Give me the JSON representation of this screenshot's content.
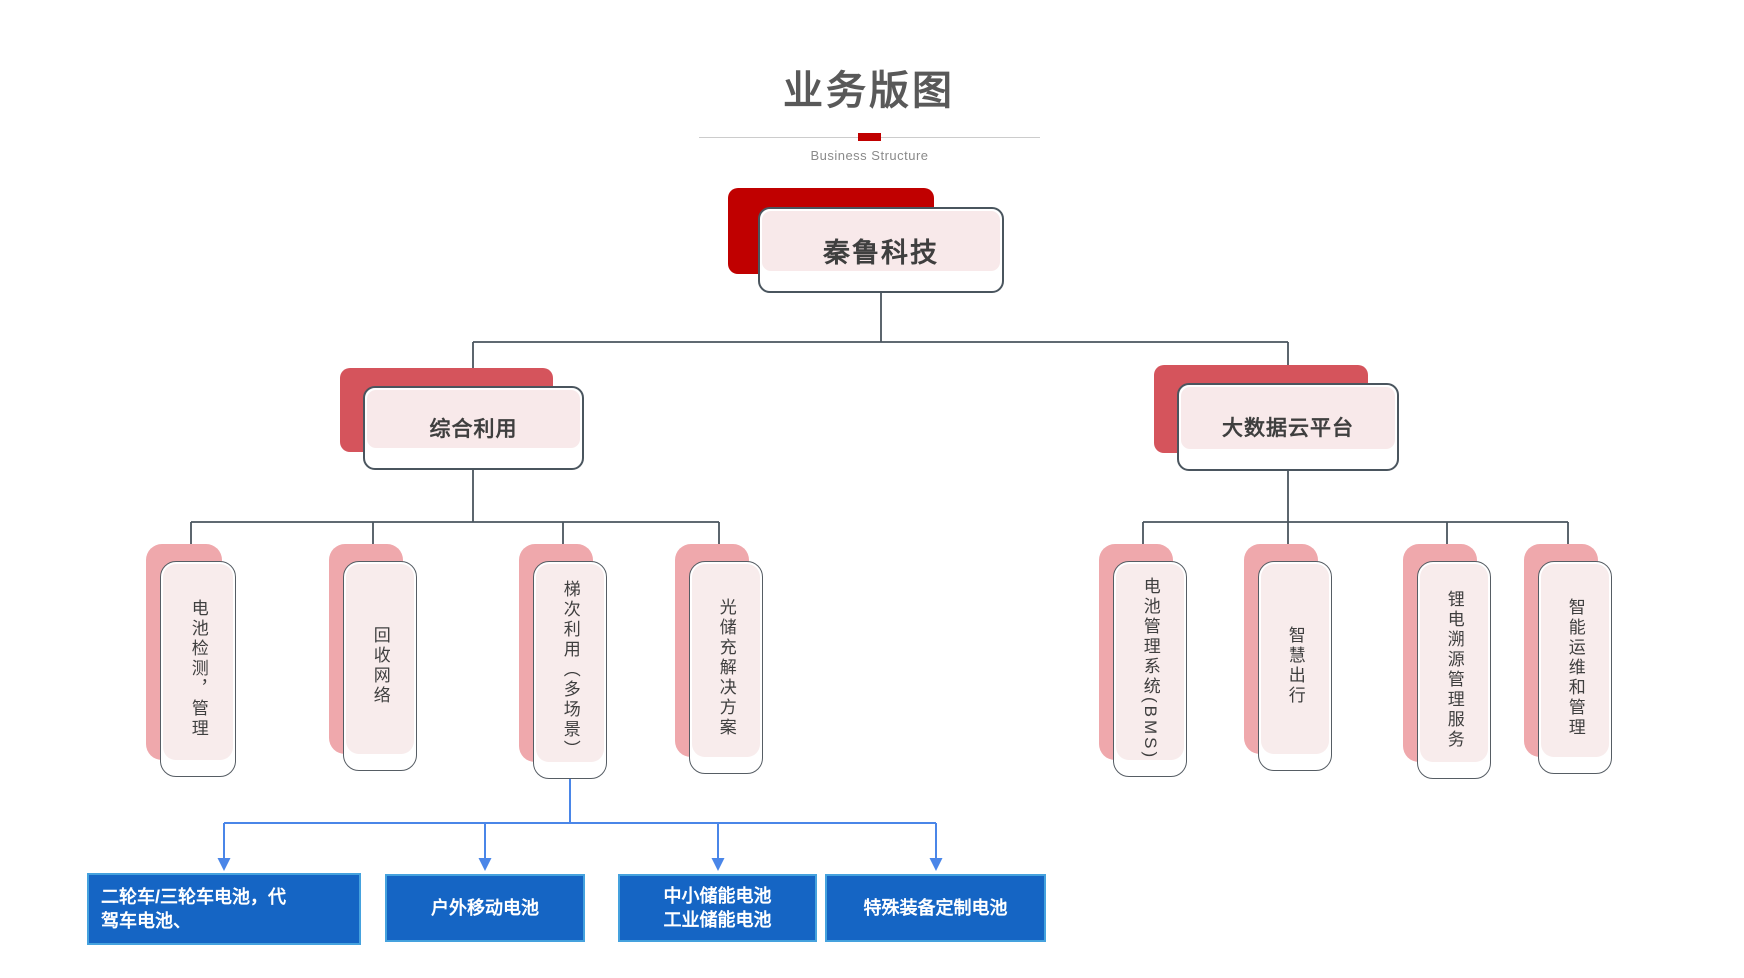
{
  "title": {
    "text": "业务版图",
    "subtitle": "Business Structure"
  },
  "root": {
    "label": "秦鲁科技"
  },
  "branches": [
    {
      "label": "综合利用",
      "children": [
        "电池检测，管理",
        "回收网络",
        "梯次利用（多场景）",
        "光储充解决方案"
      ]
    },
    {
      "label": "大数据云平台",
      "children": [
        "电池管理系统(BMS)",
        "智慧出行",
        "锂电溯源管理服务",
        "智能运维和管理"
      ]
    }
  ],
  "applications": [
    "二轮车/三轮车电池，代\n驾车电池、",
    "户外移动电池",
    "中小储能电池\n工业储能电池",
    "特殊装备定制电池"
  ],
  "colors": {
    "accent_red": "#C00000",
    "rose": "#D5545C",
    "salmon": "#EFA8AC",
    "pink_fill": "#F8E9EA",
    "line": "#4A555E",
    "blue_fill": "#1565C4",
    "blue_border": "#45A2DE",
    "blue_line": "#4A86E8"
  }
}
